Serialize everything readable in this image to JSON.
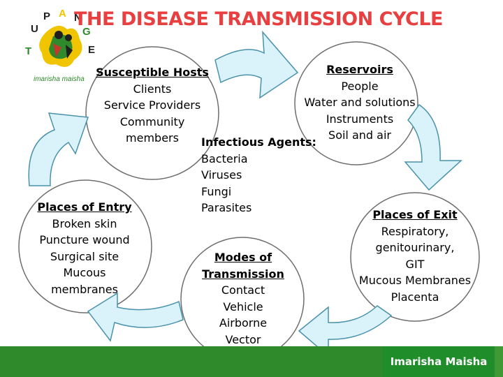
{
  "title": "THE DISEASE TRANSMISSION CYCLE",
  "logo": {
    "top_text": "TUPANGE",
    "bottom_text": "imarisha maisha"
  },
  "nodes": {
    "susceptible": {
      "heading": "Susceptible Hosts",
      "lines": [
        "Clients",
        "Service Providers",
        "Community",
        "members"
      ]
    },
    "reservoirs": {
      "heading": "Reservoirs",
      "lines": [
        "People",
        "Water and solutions",
        "Instruments",
        "Soil and air"
      ]
    },
    "agents": {
      "heading": "Infectious Agents:",
      "lines": [
        "Bacteria",
        "Viruses",
        "Fungi",
        "Parasites"
      ]
    },
    "entry": {
      "heading": "Places of Entry",
      "lines": [
        "Broken skin",
        "Puncture wound",
        "Surgical site",
        "Mucous",
        "membranes"
      ]
    },
    "exit": {
      "heading": "Places of Exit",
      "lines": [
        "Respiratory,",
        "genitourinary,",
        "GIT",
        "Mucous Membranes",
        "Placenta"
      ]
    },
    "modes": {
      "heading_lines": [
        "Modes of",
        "Transmission"
      ],
      "lines": [
        "Contact",
        "Vehicle",
        "Airborne",
        "Vector"
      ]
    }
  },
  "footer": {
    "brand": "Imarisha Maisha"
  },
  "colors": {
    "title": "#e84040",
    "circle_fill": "#ffffff",
    "circle_stroke": "#6e6e6e",
    "arrow_fill": "#daf3fb",
    "arrow_stroke": "#4a92ab",
    "footer_green": "#2e8a2a"
  }
}
